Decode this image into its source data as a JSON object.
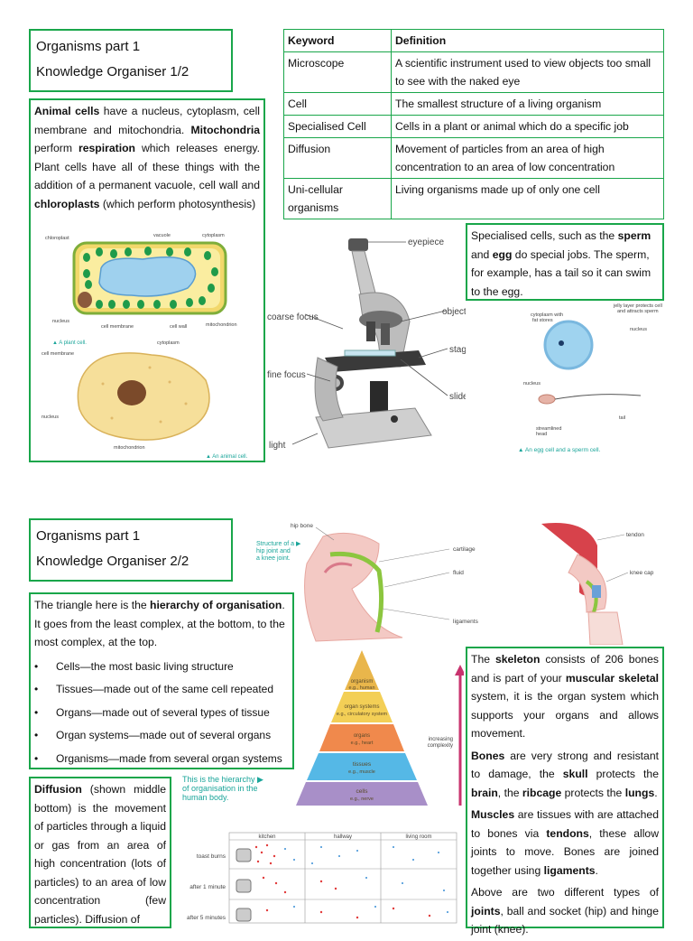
{
  "page1": {
    "title_line1": "Organisms part 1",
    "title_line2": "Knowledge Organiser 1/2",
    "cells_text": {
      "b1": "Animal cells",
      "t1": " have a nucleus, cytoplasm, cell membrane and mitochondria. ",
      "b2": "Mitochondria",
      "t2": " perform ",
      "b3": "respiration",
      "t3": " which releases energy. Plant cells have all of these things with the addition of a permanent vacuole, cell wall and ",
      "b4": "chloroplasts",
      "t4": " (which perform photosynthesis)"
    },
    "table": {
      "headers": [
        "Keyword",
        "Definition"
      ],
      "rows": [
        {
          "keyword": "Microscope",
          "definition": "A scientific instrument used to view objects too small to see with the naked eye"
        },
        {
          "keyword": "Cell",
          "definition": "The smallest structure of a living organism"
        },
        {
          "keyword": "Specialised Cell",
          "definition": "Cells in a plant or animal which do a specific job"
        },
        {
          "keyword": "Diffusion",
          "definition": "Movement of particles from an area of high concentration to an area of low concentration"
        },
        {
          "keyword": "Uni-cellular organisms",
          "definition": "Living organisms made up of only one cell"
        }
      ]
    },
    "specialised_text": {
      "t1": "Specialised cells, such as the ",
      "b1": "sperm",
      "t2": " and ",
      "b2": "egg",
      "t3": " do special jobs. The sperm, for example, has a tail so it can swim to the egg."
    },
    "plant_cell_labels": {
      "chloroplast": "chloroplast",
      "vacuole": "vacuole",
      "cytoplasm": "cytoplasm",
      "nucleus": "nucleus",
      "cell_membrane": "cell membrane",
      "cell_wall": "cell wall",
      "mitochondrion": "mitochondrion",
      "caption": "▲ A plant cell."
    },
    "animal_cell_labels": {
      "cell_membrane": "cell membrane",
      "cytoplasm": "cytoplasm",
      "nucleus": "nucleus",
      "mitochondrion": "mitochondrion",
      "caption": "▲ An animal cell."
    },
    "microscope_labels": {
      "eyepiece": "eyepiece",
      "coarse_focus": "coarse focus",
      "objective_lens": "objective lens",
      "stage": "stage",
      "fine_focus": "fine focus",
      "slide": "slide",
      "light": "light"
    },
    "egg_sperm_labels": {
      "jelly": "jelly layer protects cell",
      "jelly2": "and attracts sperm",
      "cytoplasm": "cytoplasm with",
      "cytoplasm2": "fat stores",
      "nucleus": "nucleus",
      "nucleus2": "nucleus",
      "tail": "tail",
      "head": "streamlined",
      "head2": "head",
      "caption": "▲ An egg cell and a sperm cell."
    }
  },
  "page2": {
    "title_line1": "Organisms part 1",
    "title_line2": "Knowledge Organiser 2/2",
    "joint_labels": {
      "hip_bone": "hip bone",
      "caption1": "Structure of a ▶",
      "caption2": "hip joint and",
      "caption3": "a knee joint.",
      "cartilage": "cartilage",
      "fluid": "fluid",
      "ligaments": "ligaments",
      "tendon": "tendon",
      "knee_cap": "knee cap"
    },
    "hierarchy_intro": {
      "t1": "The triangle here is the ",
      "b1": "hierarchy of organisation",
      "t2": ". It goes from the least complex, at the bottom, to the most complex, at the top."
    },
    "hierarchy_items": [
      "Cells—the most basic living structure",
      "Tissues—made out of the same cell repeated",
      "Organs—made out of several types of tissue",
      "Organ systems—made out of several organs",
      "Organisms—made from several organ systems"
    ],
    "pyramid": {
      "levels": [
        {
          "name": "organism",
          "example": "e.g., human",
          "color": "#e9b64b"
        },
        {
          "name": "organ systems",
          "example": "e.g., circulatory system",
          "color": "#f3cf56"
        },
        {
          "name": "organs",
          "example": "e.g., heart",
          "color": "#f0894c"
        },
        {
          "name": "tissues",
          "example": "e.g., muscle",
          "color": "#55b8e6"
        },
        {
          "name": "cells",
          "example": "e.g., nerve",
          "color": "#a88fc8"
        }
      ],
      "arrow_label1": "increasing",
      "arrow_label2": "complexity",
      "caption1": "This is the hierarchy ▶",
      "caption2": "of organisation in the",
      "caption3": "human body."
    },
    "skeleton_text": {
      "p1_t1": "The ",
      "p1_b1": "skeleton",
      "p1_t2": " consists of 206 bones and is part of your ",
      "p1_b2": "muscular skeletal",
      "p1_t3": " system, it is the organ system which supports your organs and allows movement.",
      "p2_b1": "Bones",
      "p2_t1": " are very strong and resistant to damage, the ",
      "p2_b2": "skull",
      "p2_t2": " protects the ",
      "p2_b3": "brain",
      "p2_t3": ", the ",
      "p2_b4": "ribcage",
      "p2_t4": " protects the ",
      "p2_b5": "lungs",
      "p2_t5": ".",
      "p3_b1": "Muscles",
      "p3_t1": " are tissues with are attached to bones via ",
      "p3_b2": "tendons",
      "p3_t2": ", these allow joints to move. Bones are joined together using ",
      "p3_b3": "ligaments",
      "p3_t3": ".",
      "p4_t1": "Above are two different types of ",
      "p4_b1": "joints",
      "p4_t2": ", ball and socket (hip) and hinge joint (knee)."
    },
    "diffusion_text": {
      "b1": "Diffusion",
      "t1": " (shown middle bottom) is the movement of particles through a liquid or gas from an area of high concentration (lots of particles) to an area of low concentration (few particles). Diffusion of"
    },
    "diffusion_table": {
      "headers": [
        "kitchen",
        "hallway",
        "living room"
      ],
      "rows": [
        "toast burns",
        "after 1 minute",
        "after 5 minutes"
      ]
    }
  }
}
